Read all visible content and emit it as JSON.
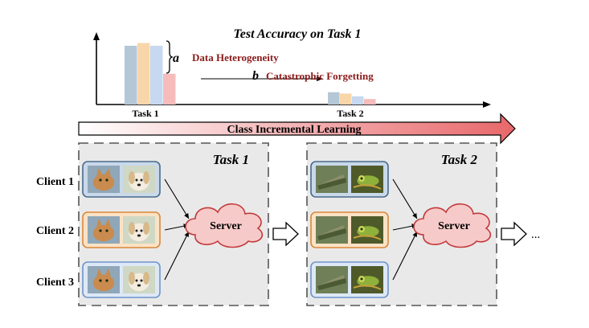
{
  "chart_data": {
    "type": "bar",
    "title": "Test Accuracy on Task 1",
    "categories": [
      "Task 1",
      "Task 2"
    ],
    "series": [
      {
        "values": [
          86,
          18
        ]
      },
      {
        "values": [
          90,
          16
        ]
      },
      {
        "values": [
          86,
          12
        ]
      },
      {
        "values": [
          45,
          8
        ]
      }
    ],
    "ylim": [
      0,
      100
    ],
    "annotations": [
      {
        "letter": "a",
        "label": "Data Heterogeneity"
      },
      {
        "letter": "b",
        "label": "Catastrophic Forgetting"
      }
    ],
    "colors": [
      "#b4c7d6",
      "#f9d6a9",
      "#c7d9f0",
      "#f6bcbc"
    ]
  },
  "banner": {
    "label": "Class Incremental Learning"
  },
  "clients": [
    "Client 1",
    "Client 2",
    "Client 3"
  ],
  "tasks": [
    {
      "title": "Task 1",
      "server": "Server",
      "client_boxes": [
        {
          "images": [
            "cat",
            "dog"
          ],
          "border": "#4a6a8a",
          "fill": "#c9d9ea"
        },
        {
          "images": [
            "cat",
            "dog"
          ],
          "border": "#d9883a",
          "fill": "#fbe2c4"
        },
        {
          "images": [
            "cat",
            "dog"
          ],
          "border": "#6f94c8",
          "fill": "#dde8f6"
        }
      ]
    },
    {
      "title": "Task 2",
      "server": "Server",
      "client_boxes": [
        {
          "images": [
            "crocodile",
            "chameleon"
          ],
          "border": "#4a6a8a",
          "fill": "#c9d9ea"
        },
        {
          "images": [
            "crocodile",
            "chameleon"
          ],
          "border": "#d9883a",
          "fill": "#fbe2c4"
        },
        {
          "images": [
            "crocodile",
            "chameleon"
          ],
          "border": "#6f94c8",
          "fill": "#dde8f6"
        }
      ]
    }
  ],
  "ellipsis": "..."
}
